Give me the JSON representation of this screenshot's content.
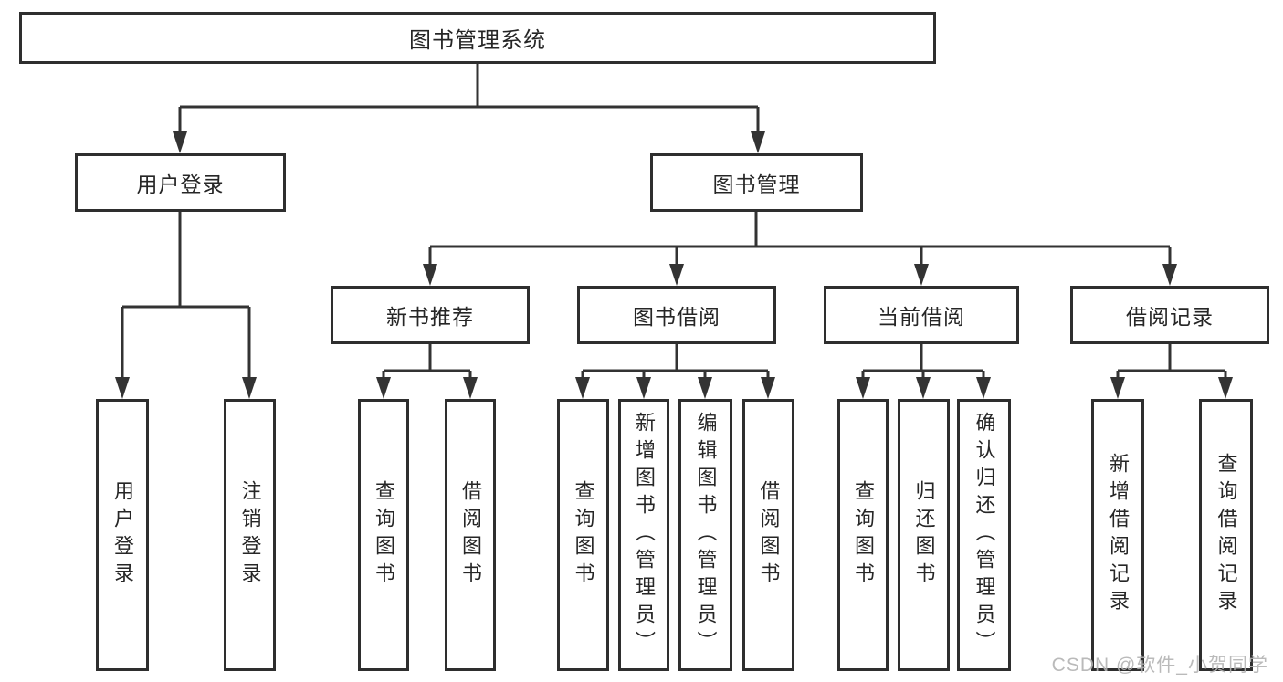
{
  "tree": {
    "label": "图书管理系统",
    "children": [
      {
        "label": "用户登录",
        "children": [
          {
            "label": "用户登录"
          },
          {
            "label": "注销登录"
          }
        ]
      },
      {
        "label": "图书管理",
        "children": [
          {
            "label": "新书推荐",
            "children": [
              {
                "label": "查询图书"
              },
              {
                "label": "借阅图书"
              }
            ]
          },
          {
            "label": "图书借阅",
            "children": [
              {
                "label": "查询图书"
              },
              {
                "label": "新增图书（管理员）"
              },
              {
                "label": "编辑图书（管理员）"
              },
              {
                "label": "借阅图书"
              }
            ]
          },
          {
            "label": "当前借阅",
            "children": [
              {
                "label": "查询图书"
              },
              {
                "label": "归还图书"
              },
              {
                "label": "确认归还（管理员）"
              }
            ]
          },
          {
            "label": "借阅记录",
            "children": [
              {
                "label": "新增借阅记录"
              },
              {
                "label": "查询借阅记录"
              }
            ]
          }
        ]
      }
    ]
  },
  "watermark": "CSDN @软件_小贺同学",
  "colors": {
    "line": "#333333",
    "box_border": "#2e2e2e",
    "box_bg": "#ffffff",
    "text": "#262626",
    "watermark_text": "#b3b3b3",
    "background": "#ffffff"
  }
}
